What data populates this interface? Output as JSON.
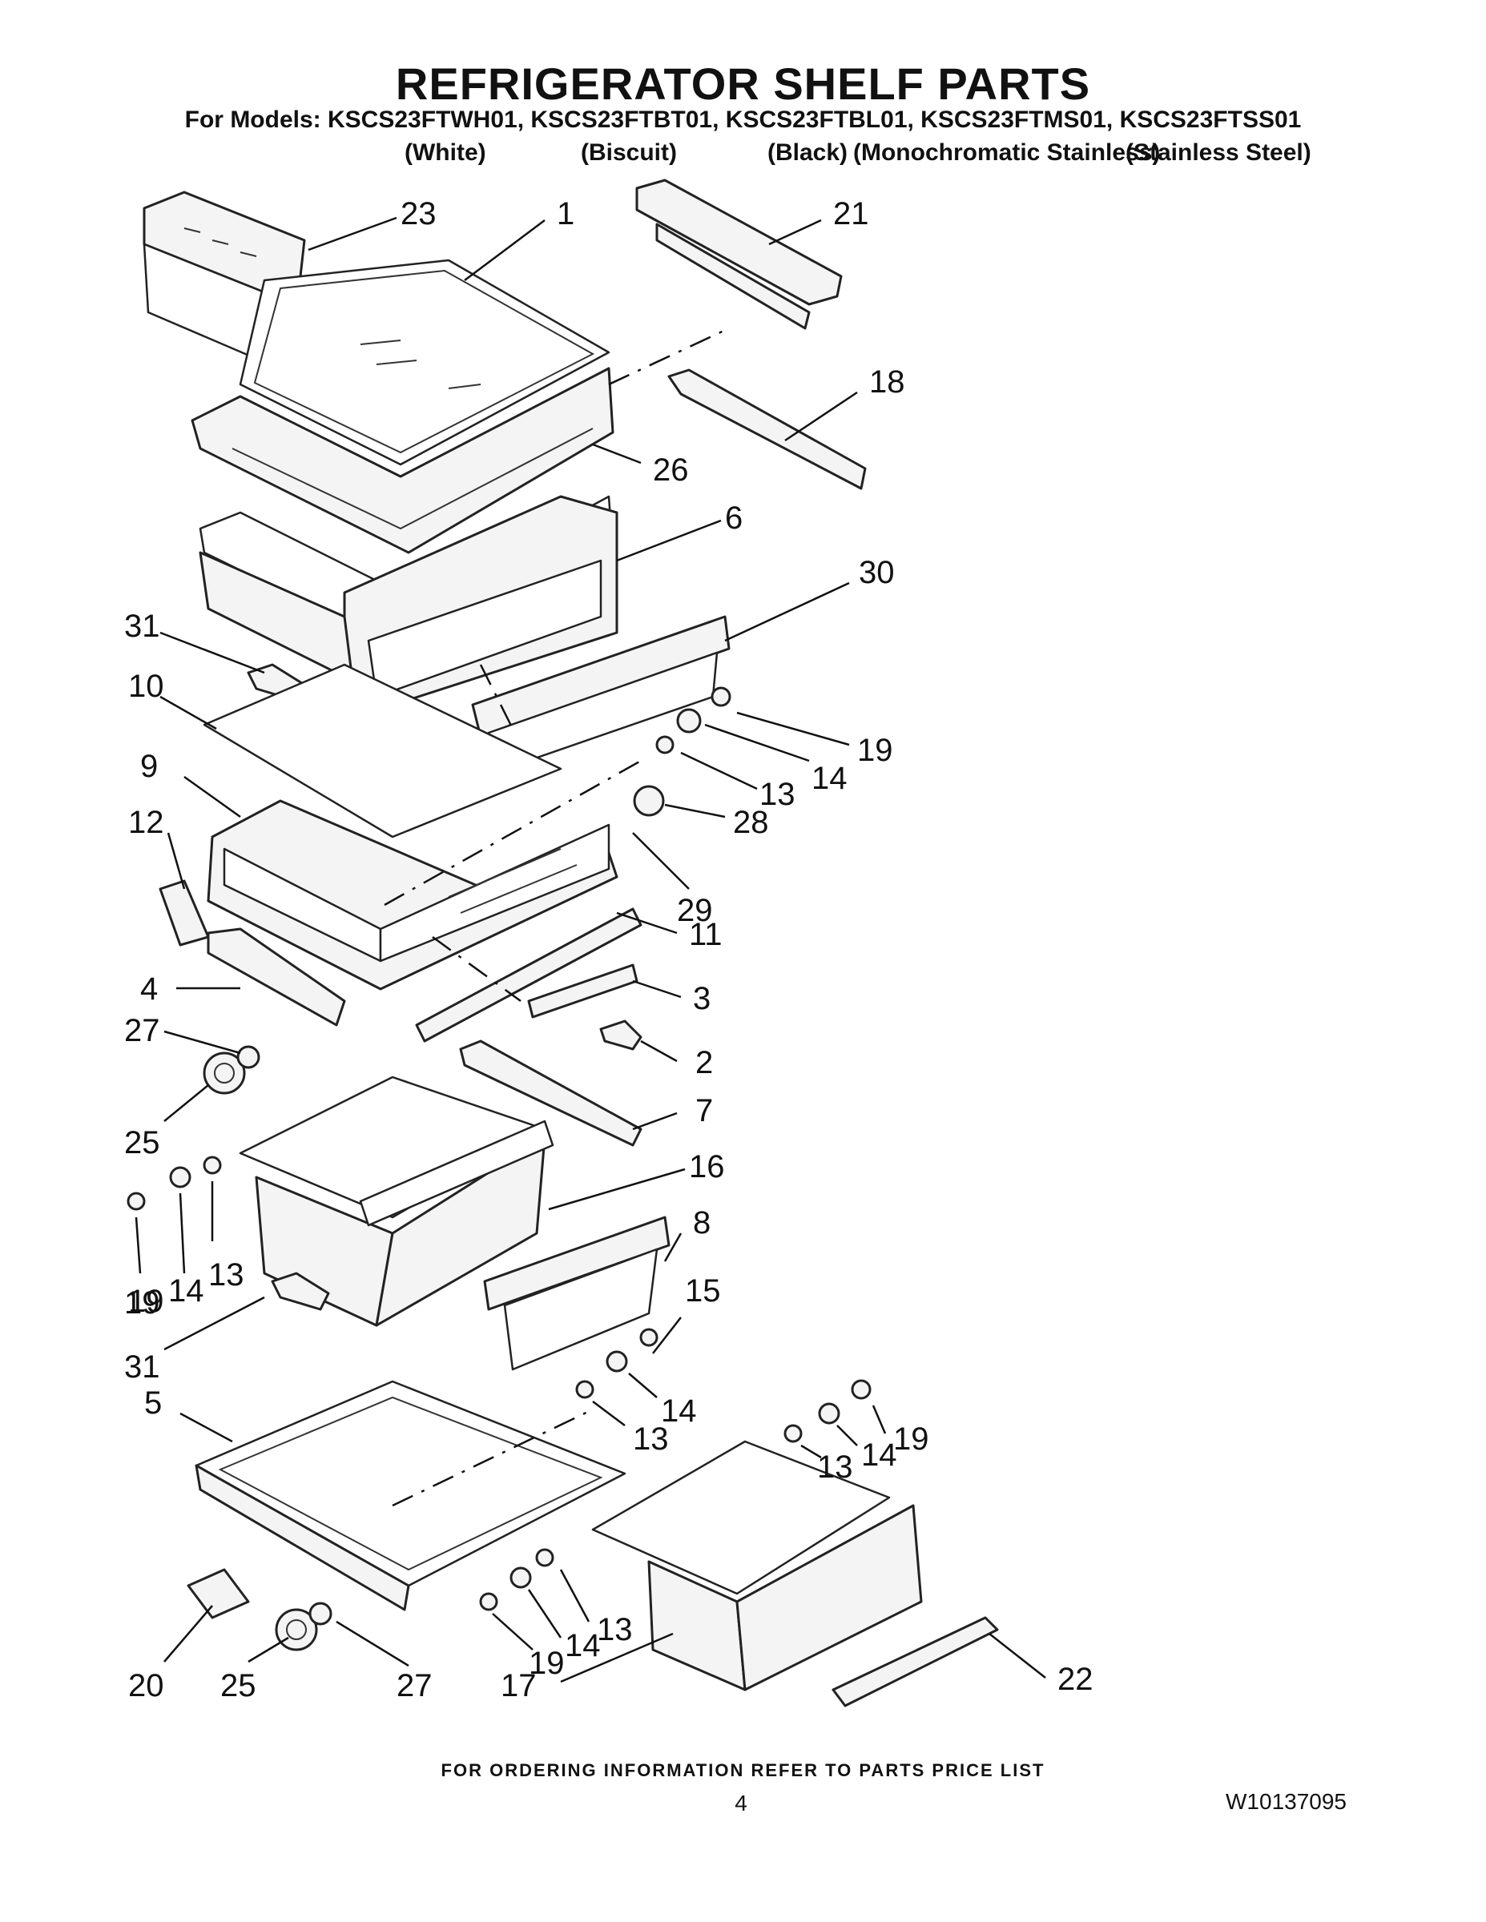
{
  "header": {
    "title": "REFRIGERATOR SHELF PARTS",
    "models_line": "For Models: KSCS23FTWH01, KSCS23FTBT01, KSCS23FTBL01, KSCS23FTMS01, KSCS23FTSS01",
    "variants": [
      "(White)",
      "(Biscuit)",
      "(Black)",
      "(Monochromatic Stainless)",
      "(Stainless Steel)"
    ]
  },
  "callouts": [
    "23",
    "1",
    "21",
    "18",
    "26",
    "6",
    "30",
    "31",
    "10",
    "19",
    "14",
    "9",
    "13",
    "12",
    "28",
    "29",
    "11",
    "4",
    "3",
    "27",
    "2",
    "7",
    "25",
    "16",
    "8",
    "19",
    "14",
    "13",
    "19",
    "31",
    "15",
    "5",
    "14",
    "13",
    "14",
    "19",
    "13",
    "13",
    "14",
    "19",
    "20",
    "25",
    "27",
    "17",
    "22"
  ],
  "footer": {
    "note": "FOR ORDERING INFORMATION REFER TO PARTS PRICE LIST",
    "page_number": "4",
    "doc_number": "W10137095"
  }
}
